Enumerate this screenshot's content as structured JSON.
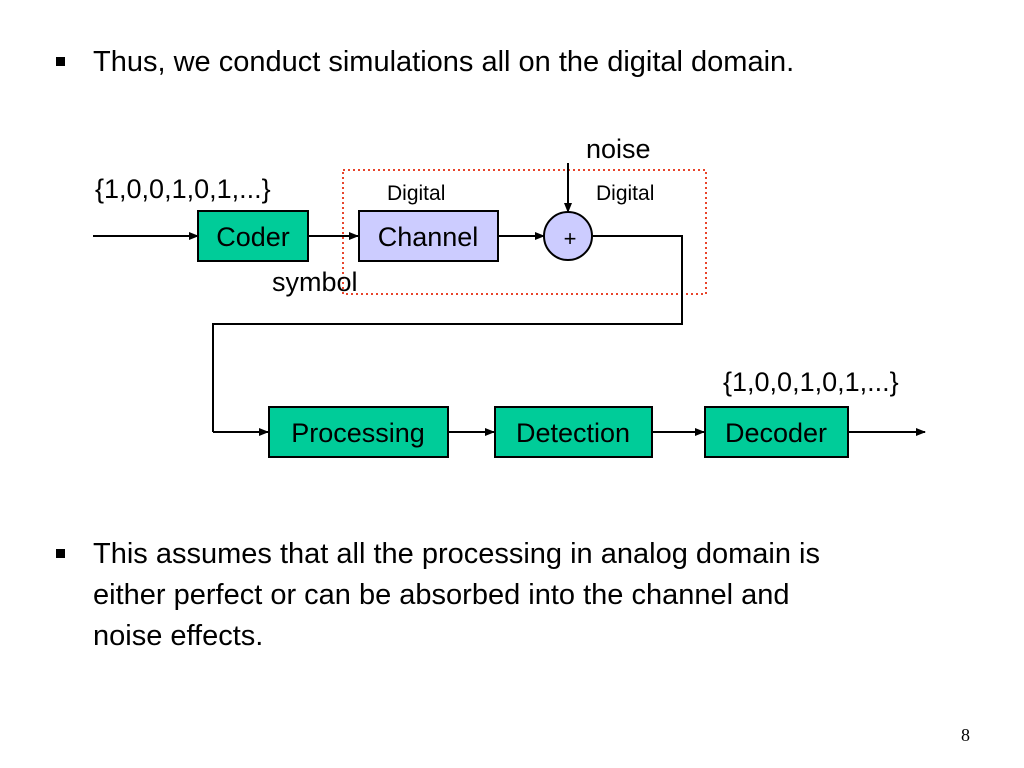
{
  "colors": {
    "block_green": "#00CC99",
    "channel_purple": "#CCCCFF",
    "adder_purple": "#CCCCFF",
    "dotted_box_red": "#E8452C",
    "line": "#000000"
  },
  "bullets": [
    {
      "lines": [
        "Thus, we conduct simulations all on the digital domain."
      ]
    },
    {
      "lines": [
        "This assumes that all the processing in analog domain is",
        "either perfect or can be absorbed into the channel and",
        "noise effects."
      ]
    }
  ],
  "diagram": {
    "input_sequence": "{1,0,0,1,0,1,...}",
    "output_sequence": "{1,0,0,1,0,1,...}",
    "noise_label": "noise",
    "digital_label_left": "Digital",
    "digital_label_right": "Digital",
    "symbol_label": "symbol",
    "adder_symbol": "+",
    "blocks": {
      "coder": "Coder",
      "channel": "Channel",
      "processing": "Processing",
      "detection": "Detection",
      "decoder": "Decoder"
    }
  },
  "page_number": "8"
}
